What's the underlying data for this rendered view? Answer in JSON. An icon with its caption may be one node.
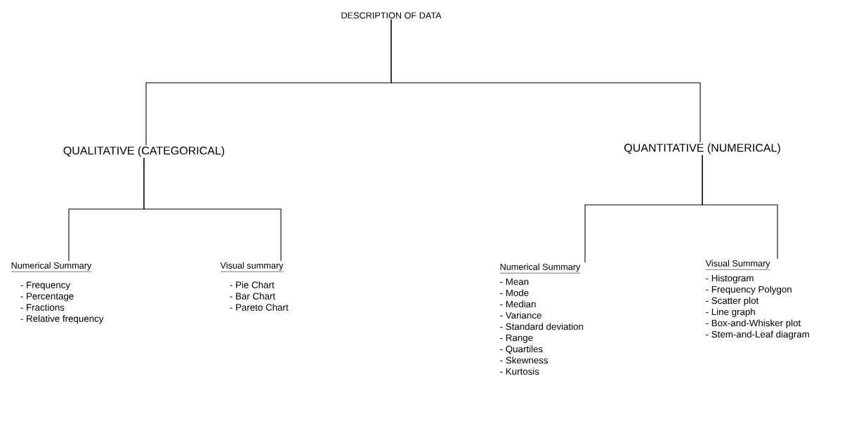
{
  "diagram": {
    "nodes": [
      {
        "text": [
          "DESCRIPTION OF DATA"
        ]
      },
      {
        "text": [
          "QUALITATIVE (CATEGORICAL)"
        ]
      },
      {
        "text": [
          "QUANTITATIVE (NUMERICAL)"
        ]
      },
      {
        "text": [
          "Numerical Summary",
          "- Frequency",
          "- Percentage",
          "- Fractions",
          "- Relative frequency"
        ]
      },
      {
        "text": [
          "Visual summary",
          "- Pie Chart",
          "- Bar Chart",
          "- Pareto Chart"
        ]
      },
      {
        "text": [
          "Numerical Summary",
          "- Mean",
          "- Mode",
          "- Median",
          "- Variance",
          "- Standard deviation",
          "- Range",
          "- Quartiles",
          "- Skewness",
          "- Kurtosis"
        ]
      },
      {
        "text": [
          "Visual Summary",
          "- Histogram",
          "- Frequency Polygon",
          "- Scatter plot",
          "- Line graph",
          "- Box-and-Whisker plot",
          "- Stem-and-Leaf diagram"
        ]
      }
    ],
    "edges": [
      {
        "from": 0,
        "to": 1,
        "arrow": "none"
      },
      {
        "from": 0,
        "to": 2,
        "arrow": "none"
      },
      {
        "from": 1,
        "to": 3,
        "arrow": "none"
      },
      {
        "from": 1,
        "to": 4,
        "arrow": "none"
      },
      {
        "from": 2,
        "to": 5,
        "arrow": "none"
      },
      {
        "from": 2,
        "to": 6,
        "arrow": "none"
      }
    ]
  }
}
